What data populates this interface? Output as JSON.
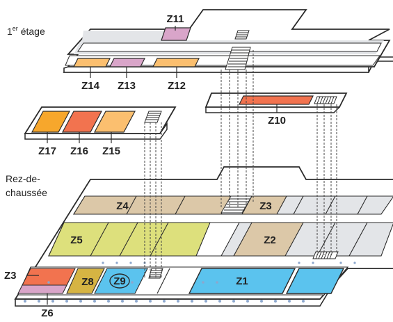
{
  "floors": {
    "first_prefix": "1",
    "first_sup": "er",
    "first_rest": " étage",
    "ground_line1": "Rez-de-",
    "ground_line2": "chaussée"
  },
  "zones": {
    "z1": "Z1",
    "z2": "Z2",
    "z3": "Z3",
    "z3_left": "Z3",
    "z4": "Z4",
    "z5": "Z5",
    "z6": "Z6",
    "z8": "Z8",
    "z9": "Z9",
    "z10": "Z10",
    "z11": "Z11",
    "z12": "Z12",
    "z13": "Z13",
    "z14": "Z14",
    "z15": "Z15",
    "z16": "Z16",
    "z17": "Z17"
  },
  "colors": {
    "stroke": "#2b2b2b",
    "floor_fill": "#ffffff",
    "corridor": "#e3e5e8",
    "orange": "#f7a72c",
    "salmon": "#f2734f",
    "peach": "#fbbf6f",
    "pink": "#d9a5c9",
    "lime": "#dde07c",
    "tan": "#dcc8a8",
    "mustard": "#d6b443",
    "blue": "#5bc3ee",
    "slab_dots": "#8ca7cd"
  }
}
